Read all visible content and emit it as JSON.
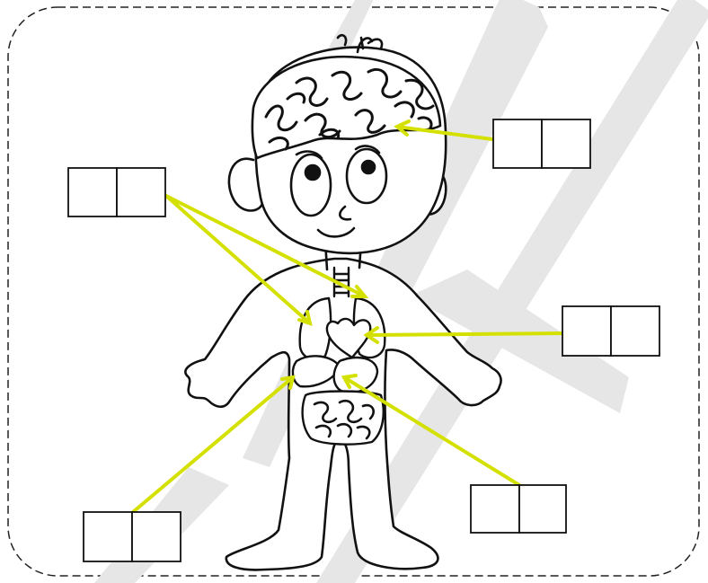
{
  "worksheet": {
    "watermark_text": "VICARI",
    "colors": {
      "arrow": "#d4e000",
      "outline": "#111111",
      "frame": "#222222",
      "watermark": "#e6e6e6",
      "paper": "#ffffff"
    },
    "label_boxes": [
      {
        "id": "brain",
        "cells": 2,
        "target_organ": "brain"
      },
      {
        "id": "lungs",
        "cells": 2,
        "target_organ": "lungs"
      },
      {
        "id": "heart",
        "cells": 2,
        "target_organ": "heart"
      },
      {
        "id": "liver",
        "cells": 2,
        "target_organ": "liver"
      },
      {
        "id": "stomach",
        "cells": 2,
        "target_organ": "stomach"
      }
    ]
  }
}
